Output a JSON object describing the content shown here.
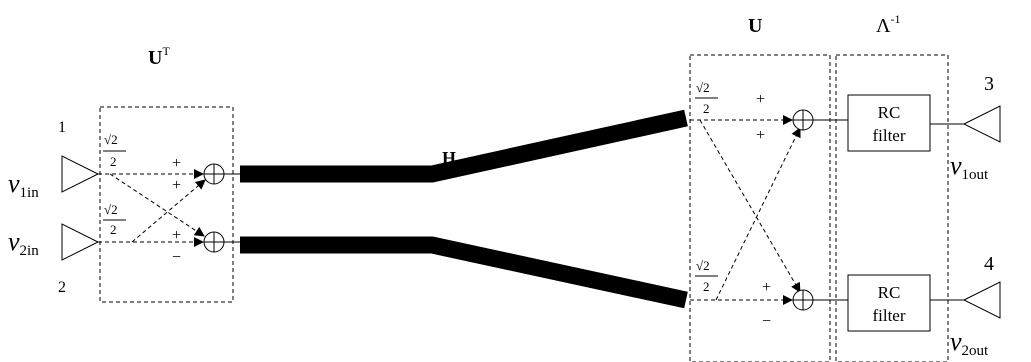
{
  "labels": {
    "ut": "U",
    "ut_sup": "T",
    "h": "H",
    "u": "U",
    "lambda": "Λ",
    "lambda_sup": "-1"
  },
  "ports": {
    "p1": "1",
    "p2": "2",
    "p3": "3",
    "p4": "4"
  },
  "signals": {
    "v1in_base": "v",
    "v1in_sub": "1in",
    "v2in_base": "v",
    "v2in_sub": "2in",
    "v1out_base": "v",
    "v1out_sub": "1out",
    "v2out_base": "v",
    "v2out_sub": "2out"
  },
  "coef": {
    "num": "√2",
    "den": "2"
  },
  "signs": {
    "plus": "+",
    "minus": "−"
  },
  "filters": {
    "top": {
      "line1": "RC",
      "line2": "filter"
    },
    "bottom": {
      "line1": "RC",
      "line2": "filter"
    }
  }
}
